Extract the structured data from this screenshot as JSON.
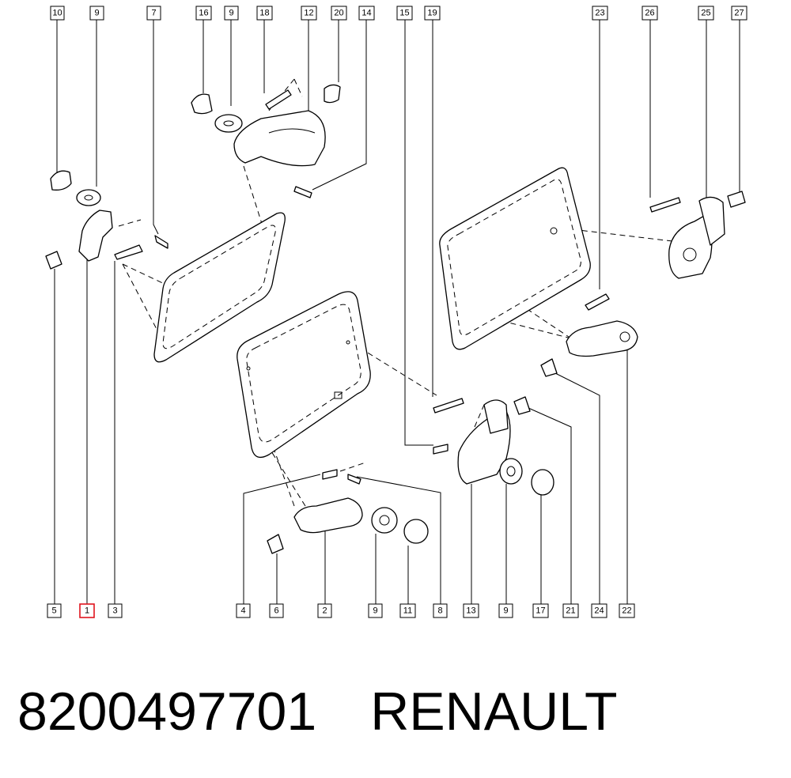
{
  "callouts_top": [
    "10",
    "9",
    "7",
    "16",
    "9",
    "18",
    "12",
    "20",
    "14",
    "15",
    "19",
    "23",
    "26",
    "25",
    "27"
  ],
  "callouts_bottom": [
    "5",
    "1",
    "3",
    "4",
    "6",
    "2",
    "9",
    "11",
    "8",
    "13",
    "9",
    "17",
    "21",
    "24",
    "22"
  ],
  "highlighted_callout": "1",
  "colors": {
    "highlight": "#e0141e",
    "line": "#000000",
    "background": "#ffffff"
  },
  "footer": {
    "part_number": "8200497701",
    "brand": "RENAULT"
  }
}
